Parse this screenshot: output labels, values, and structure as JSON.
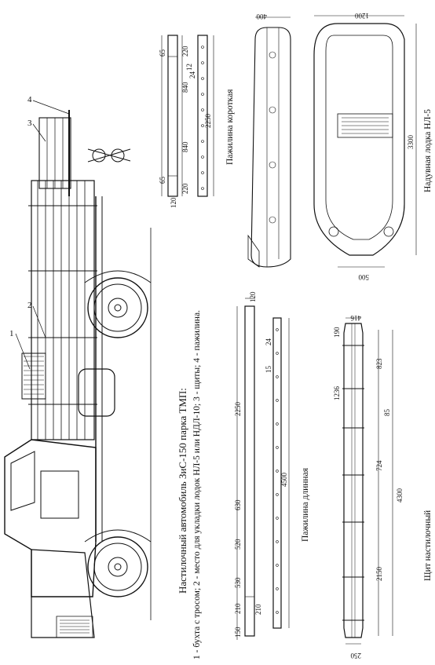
{
  "title": "Настилочный автомобиль ЗиС-150 парка ТМП:",
  "legend": "1 - бухта с тросом; 2 - место для укладки лодок НЛ-5 или НДЛ-10; 3 - щиты; 4 - пажилина.",
  "callouts": [
    "1",
    "2",
    "3",
    "4"
  ],
  "short_beam": {
    "caption": "Пажилина короткая",
    "dims": {
      "width": "120",
      "length": "2250",
      "seg1": "65",
      "seg2": "220",
      "seg3": "840",
      "seg4": "840",
      "seg5": "220",
      "seg6": "65",
      "hole": "24",
      "hole2": "12"
    }
  },
  "boat_side": {
    "dims": {
      "width": "400"
    }
  },
  "boat_top": {
    "caption": "Надувная лодка НЛ-5",
    "dims": {
      "width": "1200",
      "length": "3300",
      "stern": "500"
    }
  },
  "long_beam": {
    "caption": "Пажилина длинная",
    "dims": {
      "width": "120",
      "length": "4500",
      "total": "2250",
      "seg1": "630",
      "seg2": "520",
      "seg3": "530",
      "seg4": "210",
      "seg5": "150",
      "end": "210",
      "hole": "24",
      "hole2": "15"
    }
  },
  "shield": {
    "caption": "Щит настилочный",
    "dims": {
      "width": "416",
      "length": "4300",
      "seg1": "190",
      "seg2": "823",
      "seg3": "1236",
      "seg4": "724",
      "seg5": "2150",
      "seg6": "85",
      "end": "250"
    }
  }
}
